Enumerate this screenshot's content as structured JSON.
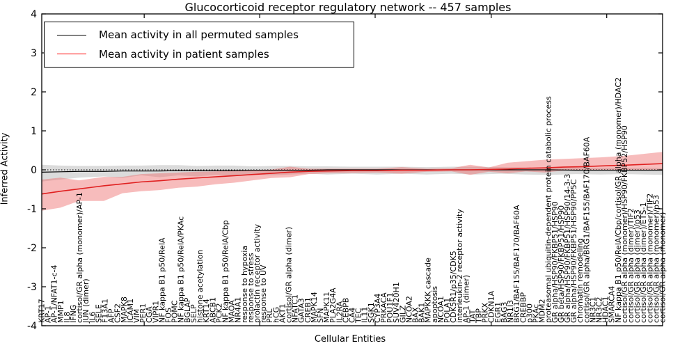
{
  "title": "Glucocorticoid receptor regulatory network -- 457 samples",
  "legend": {
    "items": [
      {
        "label": "Mean activity in all permuted samples",
        "color": "#000000"
      },
      {
        "label": "Mean activity in patient samples",
        "color": "#ff0000"
      }
    ]
  },
  "chart_data": {
    "type": "line",
    "title": "Glucocorticoid receptor regulatory network -- 457 samples",
    "xlabel": "Cellular Entities",
    "ylabel": "Inferred Activity",
    "ylim": [
      -4,
      4
    ],
    "y_ticks": [
      -4,
      -3,
      -2,
      -1,
      0,
      1,
      2,
      3,
      4
    ],
    "x_tick_fractions": [
      0.165,
      0.351,
      0.537,
      0.724,
      0.91
    ],
    "zero_reference_line": 0,
    "grid": false,
    "legend_position": "upper left",
    "categories": [
      "KRT17",
      "AP-1",
      "AP-1/NFAT1-c-4",
      "MMP1",
      "IL8",
      "IFNG",
      "cortisol/GR alpha (monomer)/AP-1",
      "JUN (dimer)",
      "IL6",
      "SELE",
      "F13A1",
      "AFP",
      "CSF2",
      "MAPK8",
      "ICAM1",
      "VIM",
      "PER1",
      "CGA",
      "VIPR1",
      "NF kappa B1 p50/RelA",
      "FOS",
      "POMC",
      "NF kappa B1 p50/RelA/PKAc",
      "BGLAP",
      "SELP",
      "histone acetylation",
      "KRT14",
      "ABCB1",
      "PCK2",
      "NF kappa B1 p50/RelA/Cbp",
      "MAOA",
      "NR4A1",
      "response to hypoxia",
      "response to stress",
      "prolactin receptor activity",
      "response to UV",
      "PRL",
      "hCG",
      "AKT1",
      "cortisol/GR alpha (dimer)",
      "NFATC1",
      "GATA3",
      "CREB1",
      "MAPK14",
      "SFN",
      "MAPK11",
      "PLA2G4A",
      "IL2RA",
      "CEBPB",
      "CA4",
      "TEC",
      "IL11",
      "SGK1",
      "CYP3A4",
      "PRKACA",
      "POU1F1",
      "SUV420H1",
      "GILZ",
      "NCOA2",
      "BAX",
      "BAK1",
      "MAPKKK cascade",
      "apoptosis",
      "NCOA1",
      "POLA1",
      "CDK5R1/p35/CDK5",
      "interleukin-2 receptor activity",
      "AP-1 (dimer)",
      "TAT",
      "TBP",
      "PRKX",
      "CDKN1A",
      "EGR1",
      "BAG3",
      "NR1I3",
      "BRG1/BAF155/BAF170/BAF60A",
      "CREBBP",
      "p300",
      "PKAc",
      "MDM2",
      "proteasomal ubiquitin-dependent protein catabolic process",
      "GR alpha/HSP90/FKBP51/HSP90",
      "GR beta/HSP90/FKBP51/HSP90",
      "GR alpha/HSP90/FKBP51/HSP90/14-3-3",
      "GR alpha/HSP90/FKBP51/HSP90/PP5C",
      "chromatin remodeling",
      "cortisol/GR alpha/BRG1/BAF155/BAF170/BAF60A",
      "NR3C1",
      "NR3C2",
      "HDAC1",
      "SMARCA4",
      "NF kappa B1 p50/RelA/Cbp/cortisol/GR alpha (monomer)/HDAC2",
      "cortisol/GR alpha (monomer)/HSP90/FKBP52/HSP90",
      "cortisol/GR alpha (dimer)/TIF2",
      "cortisol/GR alpha (dimer)/p53",
      "cortisol/GR alpha (dimer)/ETS-1",
      "cortisol/GR alpha (monomer)/TIF2",
      "cortisol/GR alpha (monomer)/p53",
      "cortisol/GR alpha (monomer)"
    ],
    "points_format": [
      "x_fraction",
      "mean",
      "band_lower",
      "band_upper"
    ],
    "series": [
      {
        "name": "Mean activity in all permuted samples",
        "line_color": "#000000",
        "band_color": "#b0b0b0",
        "band_opacity": 0.45,
        "points": [
          [
            0.0,
            -0.06,
            -0.3,
            0.13
          ],
          [
            0.03,
            -0.05,
            -0.25,
            0.11
          ],
          [
            0.06,
            -0.04,
            -0.2,
            0.1
          ],
          [
            0.1,
            -0.04,
            -0.17,
            0.1
          ],
          [
            0.13,
            -0.03,
            -0.21,
            0.11
          ],
          [
            0.16,
            -0.03,
            -0.14,
            0.11
          ],
          [
            0.19,
            -0.03,
            -0.19,
            0.12
          ],
          [
            0.22,
            -0.02,
            -0.14,
            0.12
          ],
          [
            0.25,
            -0.02,
            -0.17,
            0.1
          ],
          [
            0.28,
            -0.02,
            -0.13,
            0.11
          ],
          [
            0.31,
            -0.02,
            -0.16,
            0.11
          ],
          [
            0.34,
            -0.01,
            -0.12,
            0.09
          ],
          [
            0.37,
            -0.01,
            -0.14,
            0.1
          ],
          [
            0.4,
            -0.01,
            -0.12,
            0.1
          ],
          [
            0.43,
            -0.01,
            -0.1,
            0.09
          ],
          [
            0.46,
            0.0,
            -0.12,
            0.09
          ],
          [
            0.5,
            0.0,
            -0.1,
            0.08
          ],
          [
            0.54,
            0.0,
            -0.12,
            0.08
          ],
          [
            0.58,
            0.0,
            -0.1,
            0.08
          ],
          [
            0.62,
            0.0,
            -0.12,
            0.07
          ],
          [
            0.66,
            0.0,
            -0.1,
            0.08
          ],
          [
            0.7,
            0.0,
            -0.12,
            0.08
          ],
          [
            0.74,
            0.0,
            -0.1,
            0.07
          ],
          [
            0.78,
            0.0,
            -0.12,
            0.06
          ],
          [
            0.82,
            0.0,
            -0.13,
            0.06
          ],
          [
            0.86,
            -0.01,
            -0.11,
            0.06
          ],
          [
            0.9,
            -0.01,
            -0.12,
            0.05
          ],
          [
            0.94,
            -0.01,
            -0.11,
            0.05
          ],
          [
            1.0,
            -0.01,
            -0.13,
            0.05
          ]
        ]
      },
      {
        "name": "Mean activity in patient samples",
        "line_color": "#e02020",
        "band_color": "#ee6a6a",
        "band_opacity": 0.45,
        "points": [
          [
            0.0,
            -0.62,
            -1.05,
            -0.25
          ],
          [
            0.03,
            -0.55,
            -0.97,
            -0.2
          ],
          [
            0.06,
            -0.49,
            -0.8,
            -0.27
          ],
          [
            0.1,
            -0.41,
            -0.8,
            -0.18
          ],
          [
            0.13,
            -0.36,
            -0.6,
            -0.18
          ],
          [
            0.16,
            -0.31,
            -0.55,
            -0.11
          ],
          [
            0.19,
            -0.28,
            -0.52,
            -0.09
          ],
          [
            0.22,
            -0.24,
            -0.46,
            -0.07
          ],
          [
            0.25,
            -0.21,
            -0.43,
            -0.05
          ],
          [
            0.28,
            -0.18,
            -0.37,
            -0.04
          ],
          [
            0.31,
            -0.15,
            -0.33,
            -0.02
          ],
          [
            0.34,
            -0.12,
            -0.27,
            -0.01
          ],
          [
            0.37,
            -0.09,
            -0.21,
            0.01
          ],
          [
            0.4,
            -0.06,
            -0.19,
            0.08
          ],
          [
            0.43,
            -0.04,
            -0.11,
            0.03
          ],
          [
            0.46,
            -0.03,
            -0.09,
            0.03
          ],
          [
            0.5,
            -0.02,
            -0.08,
            0.03
          ],
          [
            0.54,
            -0.02,
            -0.07,
            0.03
          ],
          [
            0.58,
            -0.01,
            -0.1,
            0.07
          ],
          [
            0.62,
            -0.01,
            -0.05,
            0.03
          ],
          [
            0.66,
            0.0,
            -0.04,
            0.04
          ],
          [
            0.69,
            0.0,
            -0.13,
            0.13
          ],
          [
            0.72,
            0.01,
            -0.05,
            0.06
          ],
          [
            0.75,
            0.02,
            -0.09,
            0.18
          ],
          [
            0.78,
            0.04,
            -0.04,
            0.22
          ],
          [
            0.81,
            0.05,
            -0.07,
            0.26
          ],
          [
            0.84,
            0.07,
            -0.02,
            0.28
          ],
          [
            0.87,
            0.08,
            -0.01,
            0.3
          ],
          [
            0.9,
            0.1,
            0.0,
            0.32
          ],
          [
            0.94,
            0.12,
            -0.01,
            0.36
          ],
          [
            1.0,
            0.16,
            -0.02,
            0.46
          ]
        ]
      }
    ]
  }
}
